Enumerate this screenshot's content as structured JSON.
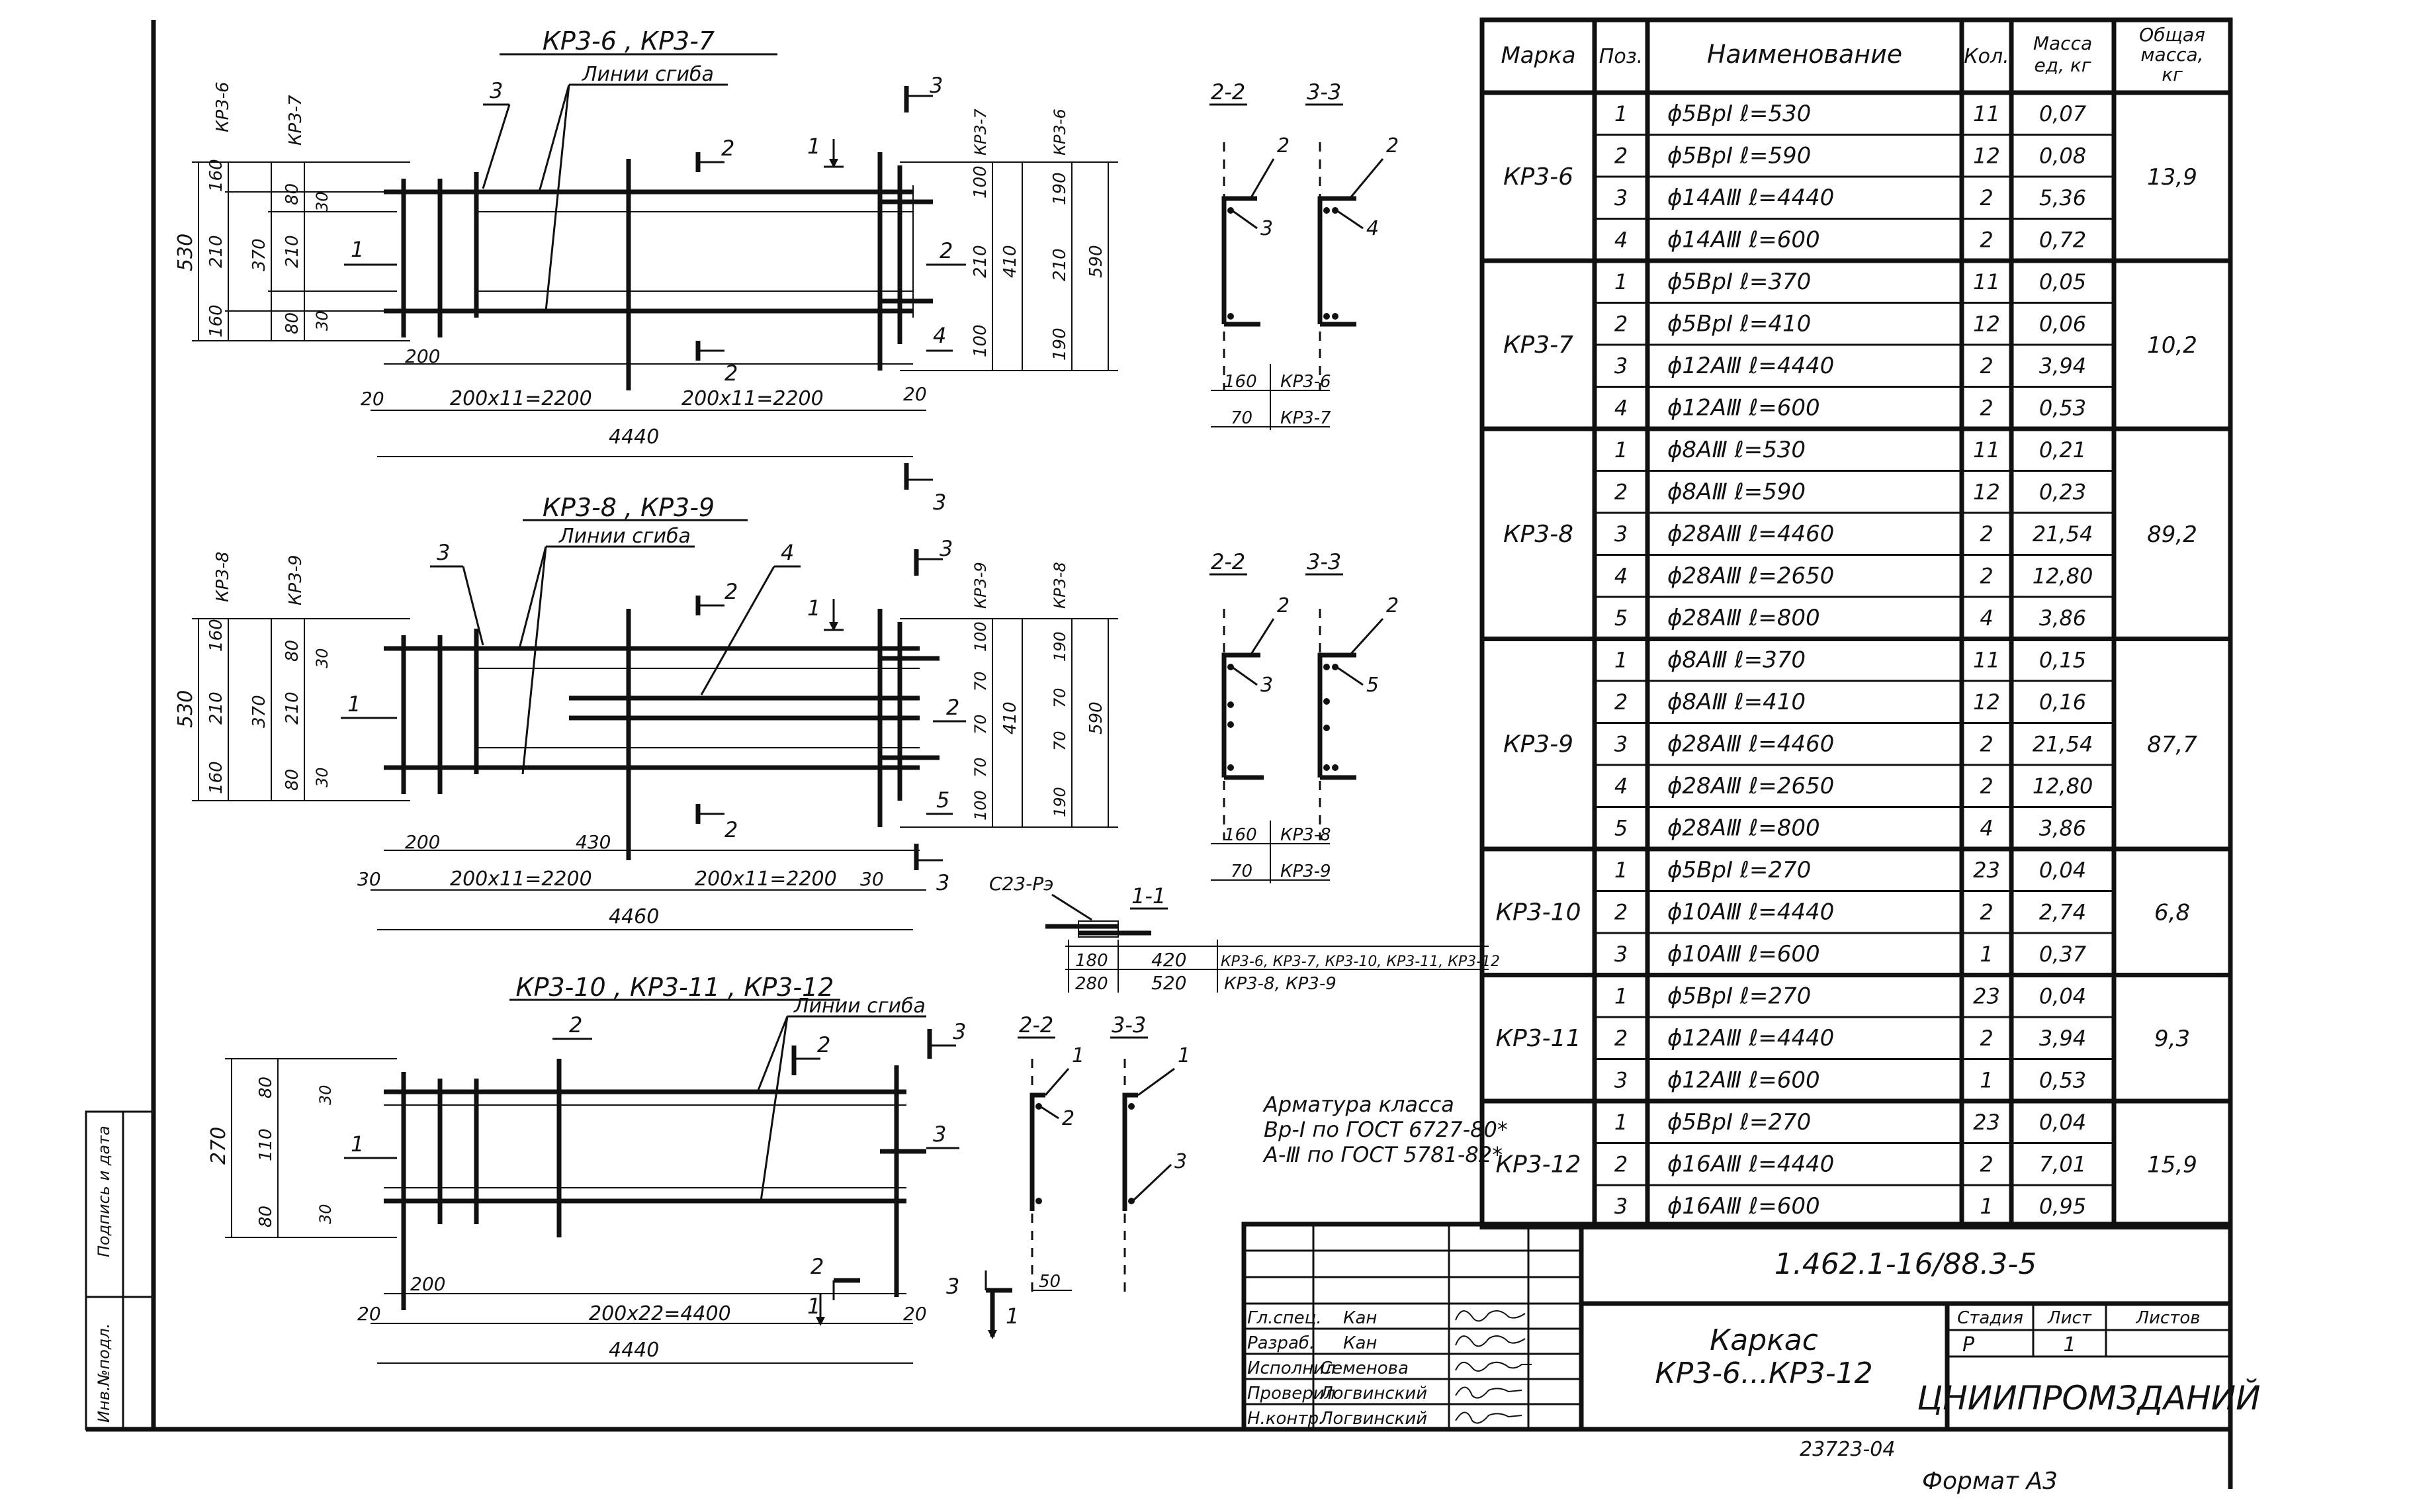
{
  "spec_table": {
    "headers": {
      "mark": "Марка",
      "pos": "Поз.",
      "name": "Наименование",
      "qty": "Кол.",
      "unit_mass": "Масса ед, кг",
      "total_mass": "Общая масса, кг"
    },
    "groups": [
      {
        "mark": "КР3-6",
        "total": "13,9",
        "rows": [
          {
            "pos": "1",
            "name": "ϕ5ВрI  ℓ=530",
            "qty": "11",
            "mass": "0,07"
          },
          {
            "pos": "2",
            "name": "ϕ5ВрI  ℓ=590",
            "qty": "12",
            "mass": "0,08"
          },
          {
            "pos": "3",
            "name": "ϕ14АⅢ  ℓ=4440",
            "qty": "2",
            "mass": "5,36"
          },
          {
            "pos": "4",
            "name": "ϕ14АⅢ  ℓ=600",
            "qty": "2",
            "mass": "0,72"
          }
        ]
      },
      {
        "mark": "КР3-7",
        "total": "10,2",
        "rows": [
          {
            "pos": "1",
            "name": "ϕ5ВрI  ℓ=370",
            "qty": "11",
            "mass": "0,05"
          },
          {
            "pos": "2",
            "name": "ϕ5ВрI  ℓ=410",
            "qty": "12",
            "mass": "0,06"
          },
          {
            "pos": "3",
            "name": "ϕ12АⅢ  ℓ=4440",
            "qty": "2",
            "mass": "3,94"
          },
          {
            "pos": "4",
            "name": "ϕ12АⅢ  ℓ=600",
            "qty": "2",
            "mass": "0,53"
          }
        ]
      },
      {
        "mark": "КР3-8",
        "total": "89,2",
        "rows": [
          {
            "pos": "1",
            "name": "ϕ8АⅢ  ℓ=530",
            "qty": "11",
            "mass": "0,21"
          },
          {
            "pos": "2",
            "name": "ϕ8АⅢ  ℓ=590",
            "qty": "12",
            "mass": "0,23"
          },
          {
            "pos": "3",
            "name": "ϕ28АⅢ  ℓ=4460",
            "qty": "2",
            "mass": "21,54"
          },
          {
            "pos": "4",
            "name": "ϕ28АⅢ  ℓ=2650",
            "qty": "2",
            "mass": "12,80"
          },
          {
            "pos": "5",
            "name": "ϕ28АⅢ  ℓ=800",
            "qty": "4",
            "mass": "3,86"
          }
        ]
      },
      {
        "mark": "КР3-9",
        "total": "87,7",
        "rows": [
          {
            "pos": "1",
            "name": "ϕ8АⅢ  ℓ=370",
            "qty": "11",
            "mass": "0,15"
          },
          {
            "pos": "2",
            "name": "ϕ8АⅢ  ℓ=410",
            "qty": "12",
            "mass": "0,16"
          },
          {
            "pos": "3",
            "name": "ϕ28АⅢ  ℓ=4460",
            "qty": "2",
            "mass": "21,54"
          },
          {
            "pos": "4",
            "name": "ϕ28АⅢ  ℓ=2650",
            "qty": "2",
            "mass": "12,80"
          },
          {
            "pos": "5",
            "name": "ϕ28АⅢ  ℓ=800",
            "qty": "4",
            "mass": "3,86"
          }
        ]
      },
      {
        "mark": "КР3-10",
        "total": "6,8",
        "rows": [
          {
            "pos": "1",
            "name": "ϕ5ВрI  ℓ=270",
            "qty": "23",
            "mass": "0,04"
          },
          {
            "pos": "2",
            "name": "ϕ10АⅢ  ℓ=4440",
            "qty": "2",
            "mass": "2,74"
          },
          {
            "pos": "3",
            "name": "ϕ10АⅢ  ℓ=600",
            "qty": "1",
            "mass": "0,37"
          }
        ]
      },
      {
        "mark": "КР3-11",
        "total": "9,3",
        "rows": [
          {
            "pos": "1",
            "name": "ϕ5ВрI  ℓ=270",
            "qty": "23",
            "mass": "0,04"
          },
          {
            "pos": "2",
            "name": "ϕ12АⅢ  ℓ=4440",
            "qty": "2",
            "mass": "3,94"
          },
          {
            "pos": "3",
            "name": "ϕ12АⅢ  ℓ=600",
            "qty": "1",
            "mass": "0,53"
          }
        ]
      },
      {
        "mark": "КР3-12",
        "total": "15,9",
        "rows": [
          {
            "pos": "1",
            "name": "ϕ5ВрI  ℓ=270",
            "qty": "23",
            "mass": "0,04"
          },
          {
            "pos": "2",
            "name": "ϕ16АⅢ  ℓ=4440",
            "qty": "2",
            "mass": "7,01"
          },
          {
            "pos": "3",
            "name": "ϕ16АⅢ  ℓ=600",
            "qty": "1",
            "mass": "0,95"
          }
        ]
      }
    ]
  },
  "title_block": {
    "doc_code": "1.462.1-16/88.3-5",
    "title_line1": "Каркас",
    "title_line2": "КР3-6...КР3-12",
    "stage_label": "Стадия",
    "sheet_label": "Лист",
    "sheets_label": "Листов",
    "stage": "Р",
    "sheet": "1",
    "sheets": "",
    "org": "ЦНИИПРОМЗДАНИЙ",
    "roles": [
      {
        "role": "Гл.спец.",
        "name": "Кан"
      },
      {
        "role": "Разраб.",
        "name": "Кан"
      },
      {
        "role": "Исполнил",
        "name": "Семенова"
      },
      {
        "role": "Проверил",
        "name": "Логвинский"
      },
      {
        "role": "Н.контр.",
        "name": "Логвинский"
      }
    ]
  },
  "footer": {
    "inventory": "23723-04",
    "format": "Формат А3"
  },
  "left_strip": {
    "text1": "Инв.№подл.",
    "text2": "Подпись и дата"
  },
  "note": {
    "line1": "Арматура класса",
    "line2": "Вр-I по ГОСТ 6727-80*",
    "line3": "А-Ⅲ по ГОСТ 5781-82*"
  },
  "drawing1": {
    "title": "КР3-6 , КР3-7",
    "bend_label": "Линии сгиба",
    "d_left_total": "530",
    "d_left_mid": "210",
    "d_left_top": "160",
    "d_left_bot": "160",
    "d_k7_total": "370",
    "d_k7_top": "80",
    "d_k7_mid": "210",
    "d_k7_bot": "80",
    "d_30a": "30",
    "d_30b": "30",
    "mark_k6": "КР3-6",
    "mark_k7": "КР3-7",
    "d_r_100a": "100",
    "d_r_210a": "210",
    "d_r_100b": "100",
    "d_r_410": "410",
    "d_r_190a": "190",
    "d_r_210b": "210",
    "d_r_190b": "190",
    "d_r_590": "590",
    "d_200": "200",
    "d_20a": "20",
    "d_span1": "200x11=2200",
    "d_span2": "200x11=2200",
    "d_20b": "20",
    "d_total": "4440",
    "p1": "1",
    "p2": "2",
    "p3": "3",
    "p4": "4",
    "cut1": "1",
    "cut2a": "2",
    "cut2b": "2",
    "cut3a": "3",
    "cut3b": "3"
  },
  "drawing2": {
    "title": "КР3-8 , КР3-9",
    "bend_label": "Линии сгиба",
    "d_left_total": "530",
    "d_left_mid": "210",
    "d_left_top": "160",
    "d_left_bot": "160",
    "d_k9_total": "370",
    "d_k9_top": "80",
    "d_k9_mid": "210",
    "d_k9_bot": "80",
    "d_30a": "30",
    "d_30b": "30",
    "mark_k8": "КР3-8",
    "mark_k9": "КР3-9",
    "d_r_100a": "100",
    "d_r_70a": "70",
    "d_r_70b": "70",
    "d_r_70c": "70",
    "d_r_100b": "100",
    "d_r_410": "410",
    "d_r_190a": "190",
    "d_r_70d": "70",
    "d_r_70e": "70",
    "d_r_190b": "190",
    "d_r_590": "590",
    "d_200": "200",
    "d_430": "430",
    "d_30l": "30",
    "d_span1": "200x11=2200",
    "d_span2": "200x11=2200",
    "d_30r": "30",
    "d_total": "4460",
    "p1": "1",
    "p2": "2",
    "p3": "3",
    "p4": "4",
    "p5": "5",
    "cut1": "1",
    "cut2a": "2",
    "cut2b": "2",
    "cut3a": "3",
    "cut3b": "3"
  },
  "drawing3": {
    "title": "КР3-10 , КР3-11 , КР3-12",
    "bend_label": "Линии сгиба",
    "d_total_v": "270",
    "d_80a": "80",
    "d_110": "110",
    "d_80b": "80",
    "d_30a": "30",
    "d_30b": "30",
    "d_200": "200",
    "d_20a": "20",
    "d_span": "200x22=4400",
    "d_20b": "20",
    "d_total": "4440",
    "p1": "1",
    "p2": "2",
    "p3": "3",
    "cut1": "1",
    "cut2a": "2",
    "cut2b": "2",
    "cut3a": "3",
    "cut3b": "3"
  },
  "sections": {
    "s22": "2-2",
    "s33": "3-3",
    "s11": "1-1",
    "a_160": "160",
    "a_70": "70",
    "a_k6": "КР3-6",
    "a_k7": "КР3-7",
    "b_160": "160",
    "b_70": "70",
    "b_k8": "КР3-8",
    "b_k9": "КР3-9",
    "c_50": "50",
    "weld": "С23-Рэ",
    "w_180": "180",
    "w_420": "420",
    "w_marks1": "КР3-6, КР3-7, КР3-10, КР3-11, КР3-12",
    "w_280": "280",
    "w_520": "520",
    "w_marks2": "КР3-8, КР3-9",
    "n1": "1",
    "n2": "2",
    "n3": "3",
    "n4": "4",
    "n5": "5"
  }
}
